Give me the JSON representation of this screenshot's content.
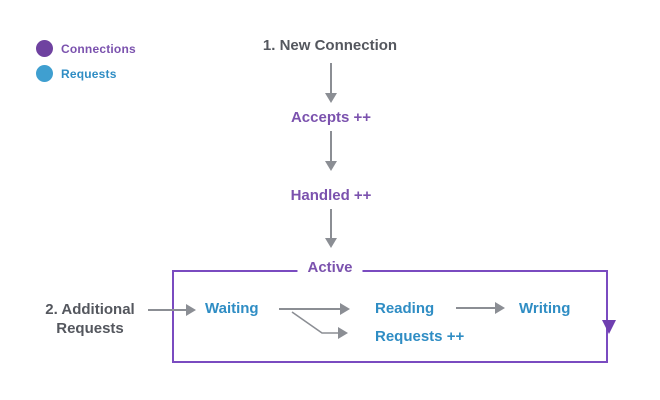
{
  "legend": {
    "items": [
      {
        "label": "Connections",
        "color": "#6f42a0"
      },
      {
        "label": "Requests",
        "color": "#3f9fd0"
      }
    ]
  },
  "flow": {
    "title": "1. New Connection",
    "accepts": "Accepts ++",
    "handled": "Handled ++",
    "active": "Active",
    "side_label_line1": "2. Additional",
    "side_label_line2": "Requests",
    "waiting": "Waiting",
    "reading": "Reading",
    "writing": "Writing",
    "requests_counter": "Requests ++"
  },
  "colors": {
    "connections_purple_text": "#7b52ae",
    "requests_blue_text": "#2f8dc4",
    "legend_purple_dot": "#6f42a0",
    "legend_blue_dot": "#3f9fd0",
    "arrow_gray": "#8b8e94",
    "heading_gray": "#54575e",
    "box_border_purple": "#7a4bc0"
  }
}
